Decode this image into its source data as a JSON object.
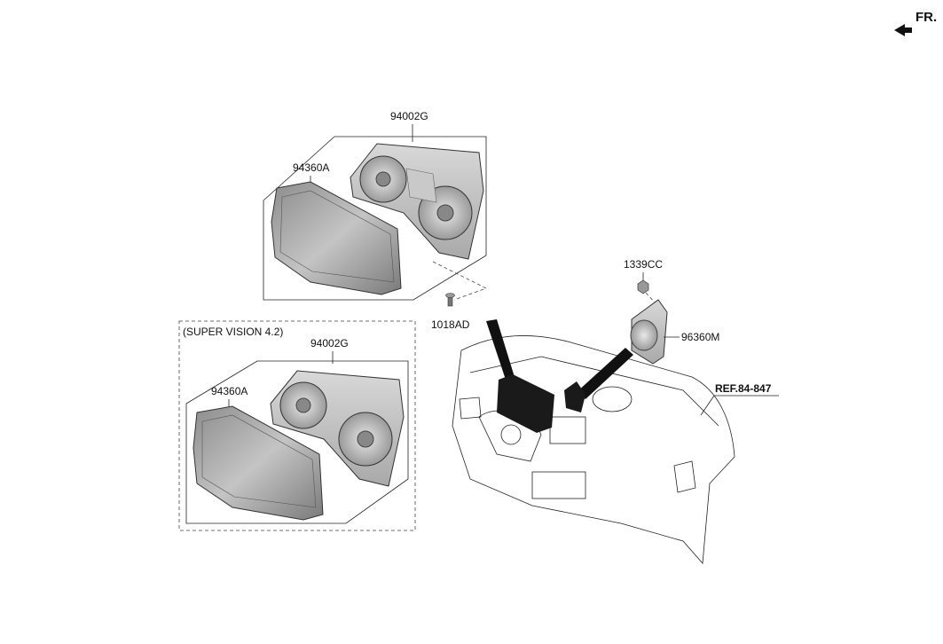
{
  "orientation": {
    "label": "FR.",
    "icon": "front-direction-arrow-icon"
  },
  "group_main": {
    "assembly_label": "94002G",
    "lens_label": "94360A",
    "screw_label": "1018AD"
  },
  "group_sv": {
    "caption": "(SUPER VISION 4.2)",
    "assembly_label": "94002G",
    "lens_label": "94360A"
  },
  "hud": {
    "nut_label": "1339CC",
    "unit_label": "96360M"
  },
  "dashboard": {
    "ref_label": "REF.84-847"
  }
}
